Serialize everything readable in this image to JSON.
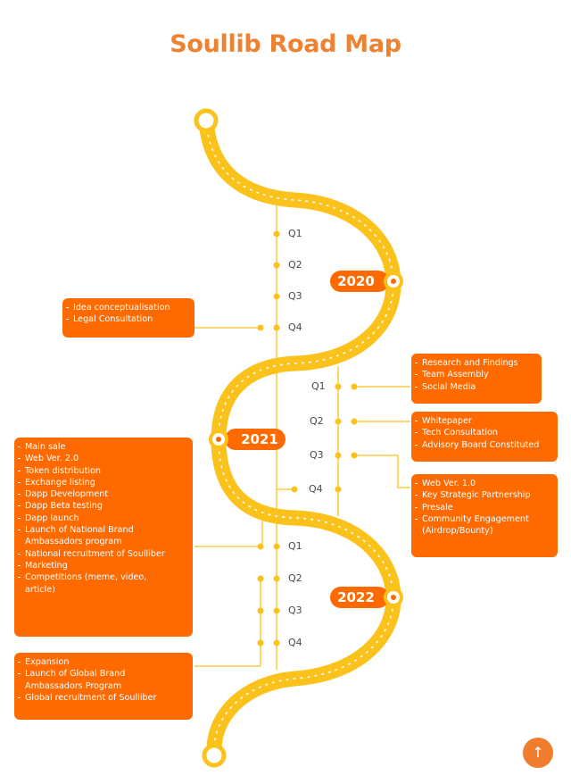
{
  "title": "Soullib Road Map",
  "colors": {
    "road": "#fbc21b",
    "accent": "#ff6a00",
    "title": "#ee8233",
    "text": "#4a4a4a"
  },
  "years": {
    "y2020": "2020",
    "y2021": "2021",
    "y2022": "2022"
  },
  "quarters": {
    "q1": "Q1",
    "q2": "Q2",
    "q3": "Q3",
    "q4": "Q4"
  },
  "boxes": {
    "idea": [
      "Idea conceptualisation",
      "Legal Consultation"
    ],
    "research": [
      "Research and Findings",
      "Team Assembly",
      "Social Media"
    ],
    "whitepaper": [
      "Whitepaper",
      "Tech Consultation",
      "Advisory Board Constituted"
    ],
    "web": [
      "Web Ver. 1.0",
      "Key Strategic Partnership",
      "Presale",
      "Community Engagement\n(Airdrop/Bounty)"
    ],
    "mainsale": [
      "Main sale",
      "Web Ver. 2.0",
      "Token distribution",
      "Exchange listing",
      "Dapp Development",
      "Dapp Beta testing",
      "Dapp launch",
      "Launch of National Brand\nAmbassadors program",
      "National  recruitment of Soulliber",
      "Marketing",
      "Competitions (meme, video,\narticle)"
    ],
    "expansion": [
      "Expansion",
      "Launch of Global Brand\nAmbassadors Program",
      "Global recruitment of Soulliber"
    ]
  },
  "scroll_top_icon": "arrow-up-icon"
}
